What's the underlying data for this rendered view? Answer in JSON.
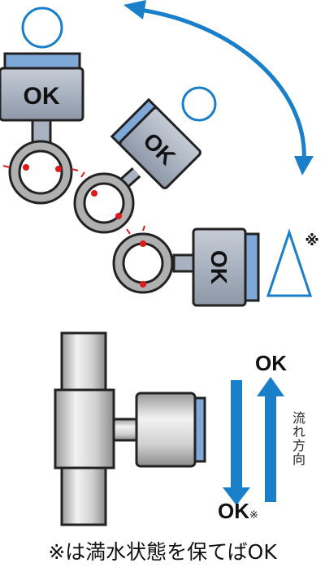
{
  "diagram": {
    "top_section": {
      "positions": [
        {
          "label": "OK",
          "mark": "circle-mark"
        },
        {
          "label": "OK",
          "mark": "circle-mark"
        },
        {
          "label": "OK",
          "mark": "triangle-mark",
          "note": "※"
        }
      ],
      "rotation_arrow": "curved-double-arrow"
    },
    "bottom_section": {
      "label_top": "OK",
      "label_bottom": "OK",
      "label_bottom_note": "※",
      "flow_label": "流れ方向"
    },
    "footnote": "※は満水状態を保てばOK"
  },
  "colors": {
    "accent_blue": "#1a7fc9",
    "gauge_body": "#aeb8c8",
    "gauge_face": "#6a9fd8",
    "pipe": "#c8c8c8",
    "red_dot": "#dd1a1a"
  }
}
